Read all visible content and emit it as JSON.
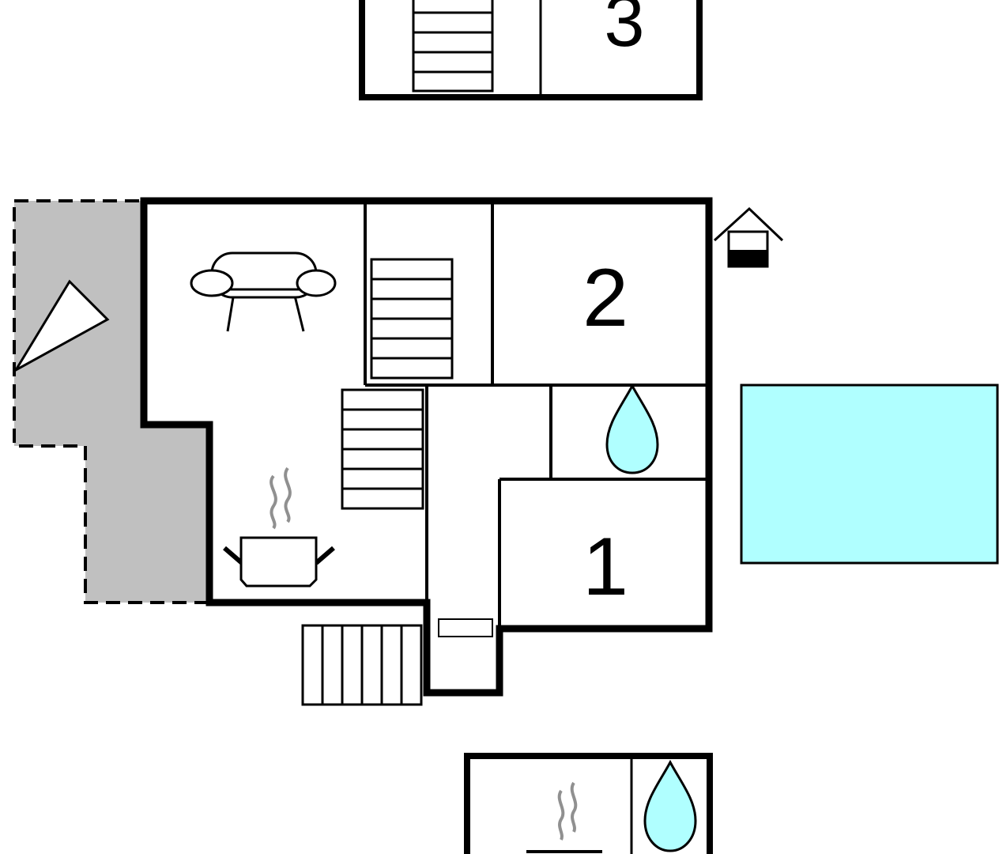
{
  "plan": {
    "rooms": [
      {
        "id": "bedroom-3",
        "number": "3"
      },
      {
        "id": "bedroom-2",
        "number": "2"
      },
      {
        "id": "bedroom-1",
        "number": "1"
      }
    ],
    "colors": {
      "wall": "#000000",
      "background": "#ffffff",
      "terrace": "#c0c0c0",
      "water": "#b0ffff",
      "steam": "#909090"
    },
    "icons": [
      "sofa-icon",
      "cooking-pot-icon",
      "water-drop-icon",
      "stairs-icon",
      "house-entrance-icon",
      "parasol-icon",
      "pool"
    ]
  }
}
